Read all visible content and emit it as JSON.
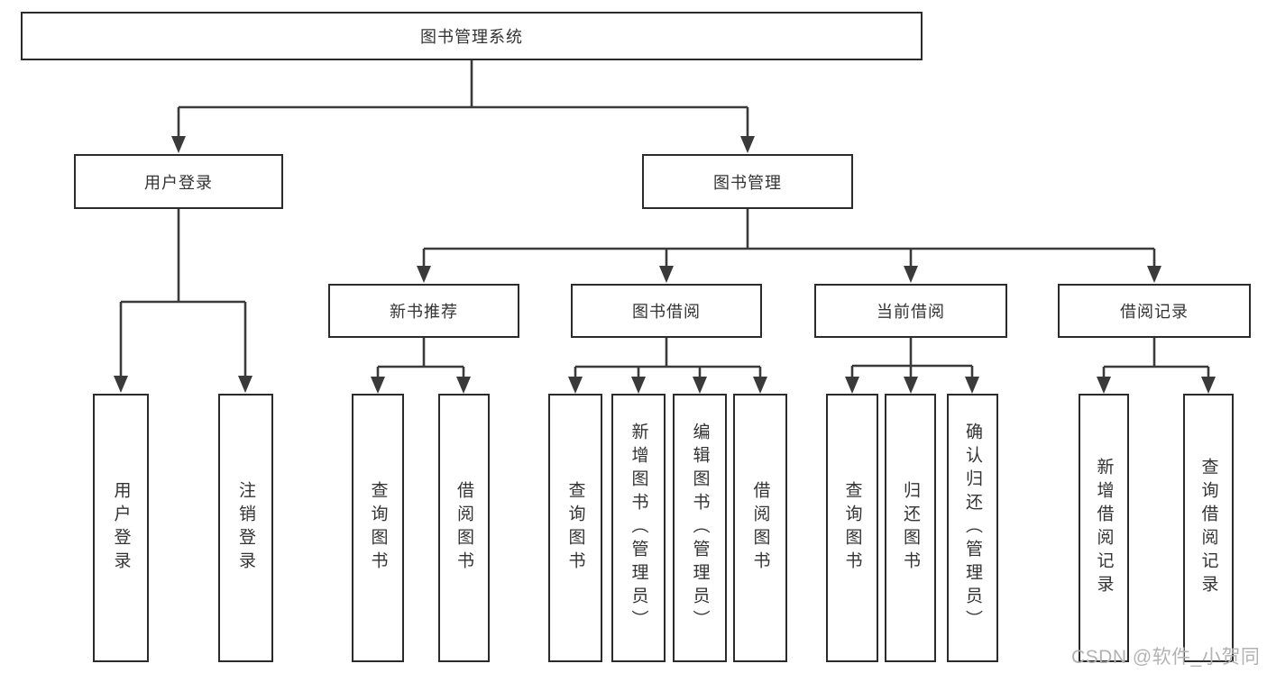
{
  "diagram": {
    "root": {
      "label": "图书管理系统"
    },
    "branches": [
      {
        "label": "用户登录",
        "children": [
          {
            "label": "用户登录"
          },
          {
            "label": "注销登录"
          }
        ]
      },
      {
        "label": "图书管理",
        "children": [
          {
            "label": "新书推荐",
            "children": [
              {
                "label": "查询图书"
              },
              {
                "label": "借阅图书"
              }
            ]
          },
          {
            "label": "图书借阅",
            "children": [
              {
                "label": "查询图书"
              },
              {
                "label": "新增图书（管理员）"
              },
              {
                "label": "编辑图书（管理员）"
              },
              {
                "label": "借阅图书"
              }
            ]
          },
          {
            "label": "当前借阅",
            "children": [
              {
                "label": "查询图书"
              },
              {
                "label": "归还图书"
              },
              {
                "label": "确认归还（管理员）"
              }
            ]
          },
          {
            "label": "借阅记录",
            "children": [
              {
                "label": "新增借阅记录"
              },
              {
                "label": "查询借阅记录"
              }
            ]
          }
        ]
      }
    ]
  },
  "watermark": {
    "text": "CSDN @软件_小贺同学"
  },
  "colors": {
    "line": "#3a3a3a",
    "box_border": "#2b2b2b",
    "text": "#333333",
    "watermark": "#b2b2b2",
    "background": "#ffffff"
  }
}
